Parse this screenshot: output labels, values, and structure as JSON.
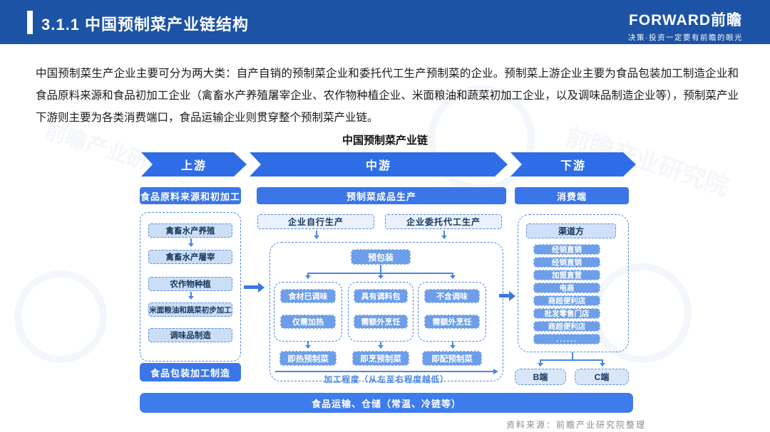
{
  "header": {
    "title": "3.1.1 中国预制菜产业链结构",
    "logo_text": "FORWARD前瞻",
    "logo_tagline": "决策·投资一定要有前瞻的眼光"
  },
  "intro": {
    "text": "中国预制菜生产企业主要可分为两大类：自产自销的预制菜企业和委托代工生产预制菜的企业。预制菜上游企业主要为食品包装加工制造企业和食品原料来源和食品初加工企业（禽畜水产养殖屠宰企业、农作物种植企业、米面粮油和蔬菜初加工企业，以及调味品制造企业等），预制菜产业下游则主要为各类消费端口，食品运输企业则贯穿整个预制菜产业链。"
  },
  "diagram": {
    "title": "中国预制菜产业链",
    "stages": [
      "上游",
      "中游",
      "下游"
    ],
    "upstream": {
      "header": "食品原料来源和初加工",
      "chain": [
        "禽畜水产养殖",
        "禽畜水产屠宰",
        "农作物种植",
        "米面粮油和蔬菜初步加工",
        "调味品制造"
      ],
      "packaging": "食品包装加工制造"
    },
    "midstream": {
      "header": "预制菜成品生产",
      "modes": [
        "企业自行生产",
        "企业委托代工生产"
      ],
      "prepack": "预包装",
      "groups": [
        {
          "attrs": [
            "食材已调味",
            "仅需加热"
          ],
          "result": "即热预制菜"
        },
        {
          "attrs": [
            "具有调料包",
            "需额外烹饪"
          ],
          "result": "即烹预制菜"
        },
        {
          "attrs": [
            "不含调味",
            "需额外烹饪"
          ],
          "result": "即配预制菜"
        }
      ],
      "axis_label": "加工程度（从左至右程度越低）"
    },
    "downstream": {
      "header": "消费端",
      "channel_header": "渠道方",
      "channels": [
        "经销直销",
        "经销直销",
        "加盟直营",
        "电商",
        "商超便利店",
        "批发零售门店",
        "商超便利店",
        "......"
      ],
      "ends": [
        "B端",
        "C端"
      ]
    },
    "logistics": "食品运输、仓储（常温、冷链等）"
  },
  "footer": {
    "source": "资料来源：前瞻产业研究院整理"
  },
  "colors": {
    "header_bar": "#1d53a4",
    "stage_arrow": "#2f6de6",
    "solid_box": "#3a76e8",
    "mid_box": "#6d9ee9",
    "light_box": "#cbdef5",
    "dashed_border": "#4a86e8"
  }
}
